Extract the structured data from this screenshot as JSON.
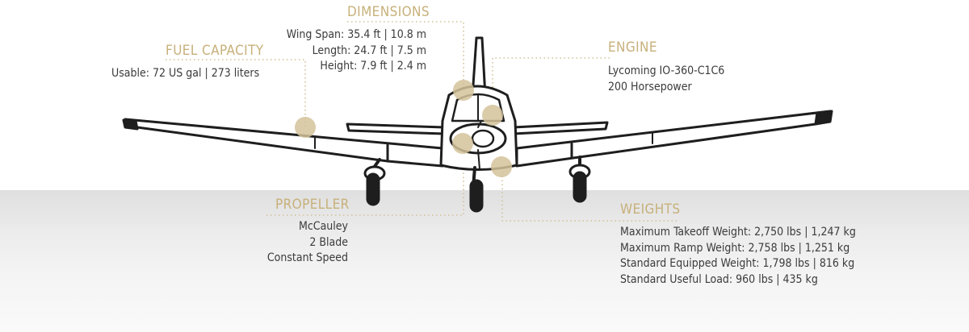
{
  "colors": {
    "accent": "#c7b07a",
    "marker": "#d3c29a",
    "text": "#3b3b3b",
    "outline": "#1e1e1e"
  },
  "fuel": {
    "title": "FUEL CAPACITY",
    "lines": [
      "Usable: 72 US gal | 273 liters"
    ]
  },
  "dimensions": {
    "title": "DIMENSIONS",
    "lines": [
      "Wing Span: 35.4 ft | 10.8 m",
      "Length: 24.7 ft | 7.5 m",
      "Height: 7.9 ft | 2.4 m"
    ]
  },
  "engine": {
    "title": "ENGINE",
    "lines": [
      "Lycoming IO-360-C1C6",
      "200 Horsepower"
    ]
  },
  "propeller": {
    "title": "PROPELLER",
    "lines": [
      "McCauley",
      "2 Blade",
      "Constant Speed"
    ]
  },
  "weights": {
    "title": "WEIGHTS",
    "lines": [
      "Maximum Takeoff Weight: 2,750 lbs | 1,247 kg",
      "Maximum Ramp Weight: 2,758 lbs | 1,251 kg",
      "Standard Equipped Weight: 1,798 lbs | 816 kg",
      "Standard Useful Load: 960 lbs | 435 kg"
    ]
  }
}
